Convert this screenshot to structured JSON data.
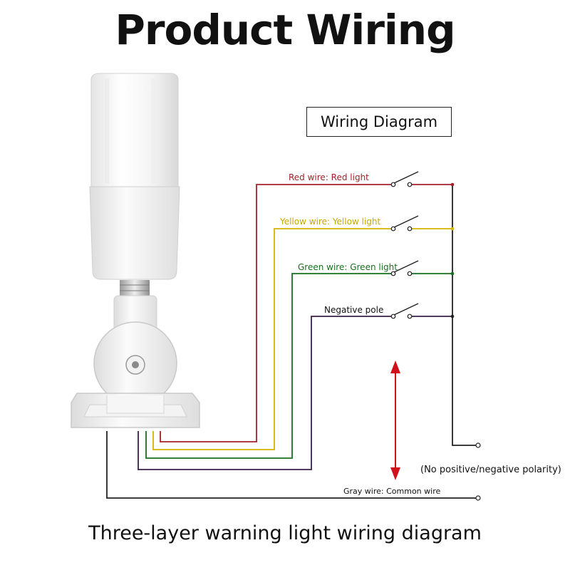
{
  "title": "Product Wiring",
  "diagram_box_label": "Wiring Diagram",
  "caption": "Three-layer warning light wiring diagram",
  "wires": {
    "red": {
      "label": "Red wire: Red light",
      "color": "#a3222a"
    },
    "yellow": {
      "label": "Yellow wire: Yellow light",
      "color": "#d4b400"
    },
    "green": {
      "label": "Green wire: Green light",
      "color": "#17701e"
    },
    "negative": {
      "label": "Negative pole",
      "color": "#3b1f4a"
    },
    "gray": {
      "label": "Gray wire: Common wire",
      "color": "#222222"
    }
  },
  "polarity_note": "(No positive/negative polarity)",
  "arrow_color": "#d0101a",
  "icons": {
    "tower_light": "tower-light-icon",
    "switch": "switch-icon",
    "double_arrow": "double-arrow-icon"
  }
}
